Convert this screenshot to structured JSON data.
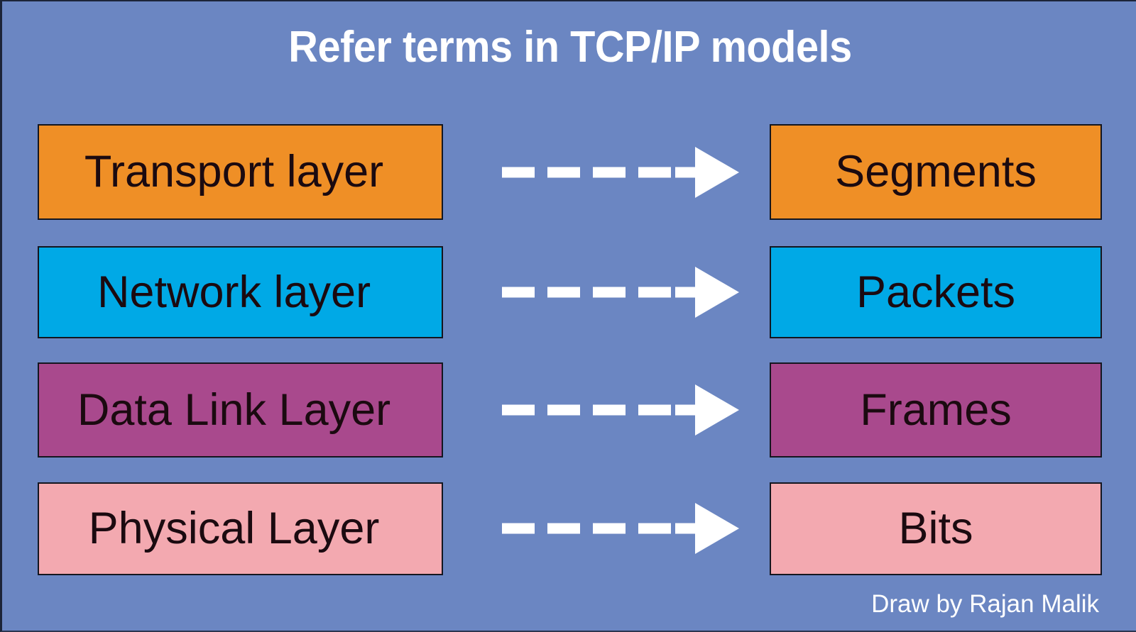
{
  "diagram": {
    "title": "Refer terms in TCP/IP models",
    "credit": "Draw by Rajan Malik",
    "background_color": "#6b86c2",
    "title_color": "#ffffff",
    "arrow_color": "#ffffff",
    "border_color": "#14161f",
    "rows": [
      {
        "layer": "Transport layer",
        "unit": "Segments",
        "color": "#ef8f26",
        "arrow": "dashed-arrow-right"
      },
      {
        "layer": "Network layer",
        "unit": "Packets",
        "color": "#00a9e6",
        "arrow": "dashed-arrow-right"
      },
      {
        "layer": "Data Link Layer",
        "unit": "Frames",
        "color": "#a9498d",
        "arrow": "dashed-arrow-right"
      },
      {
        "layer": "Physical Layer",
        "unit": "Bits",
        "color": "#f3a9b0",
        "arrow": "dashed-arrow-right"
      }
    ]
  }
}
